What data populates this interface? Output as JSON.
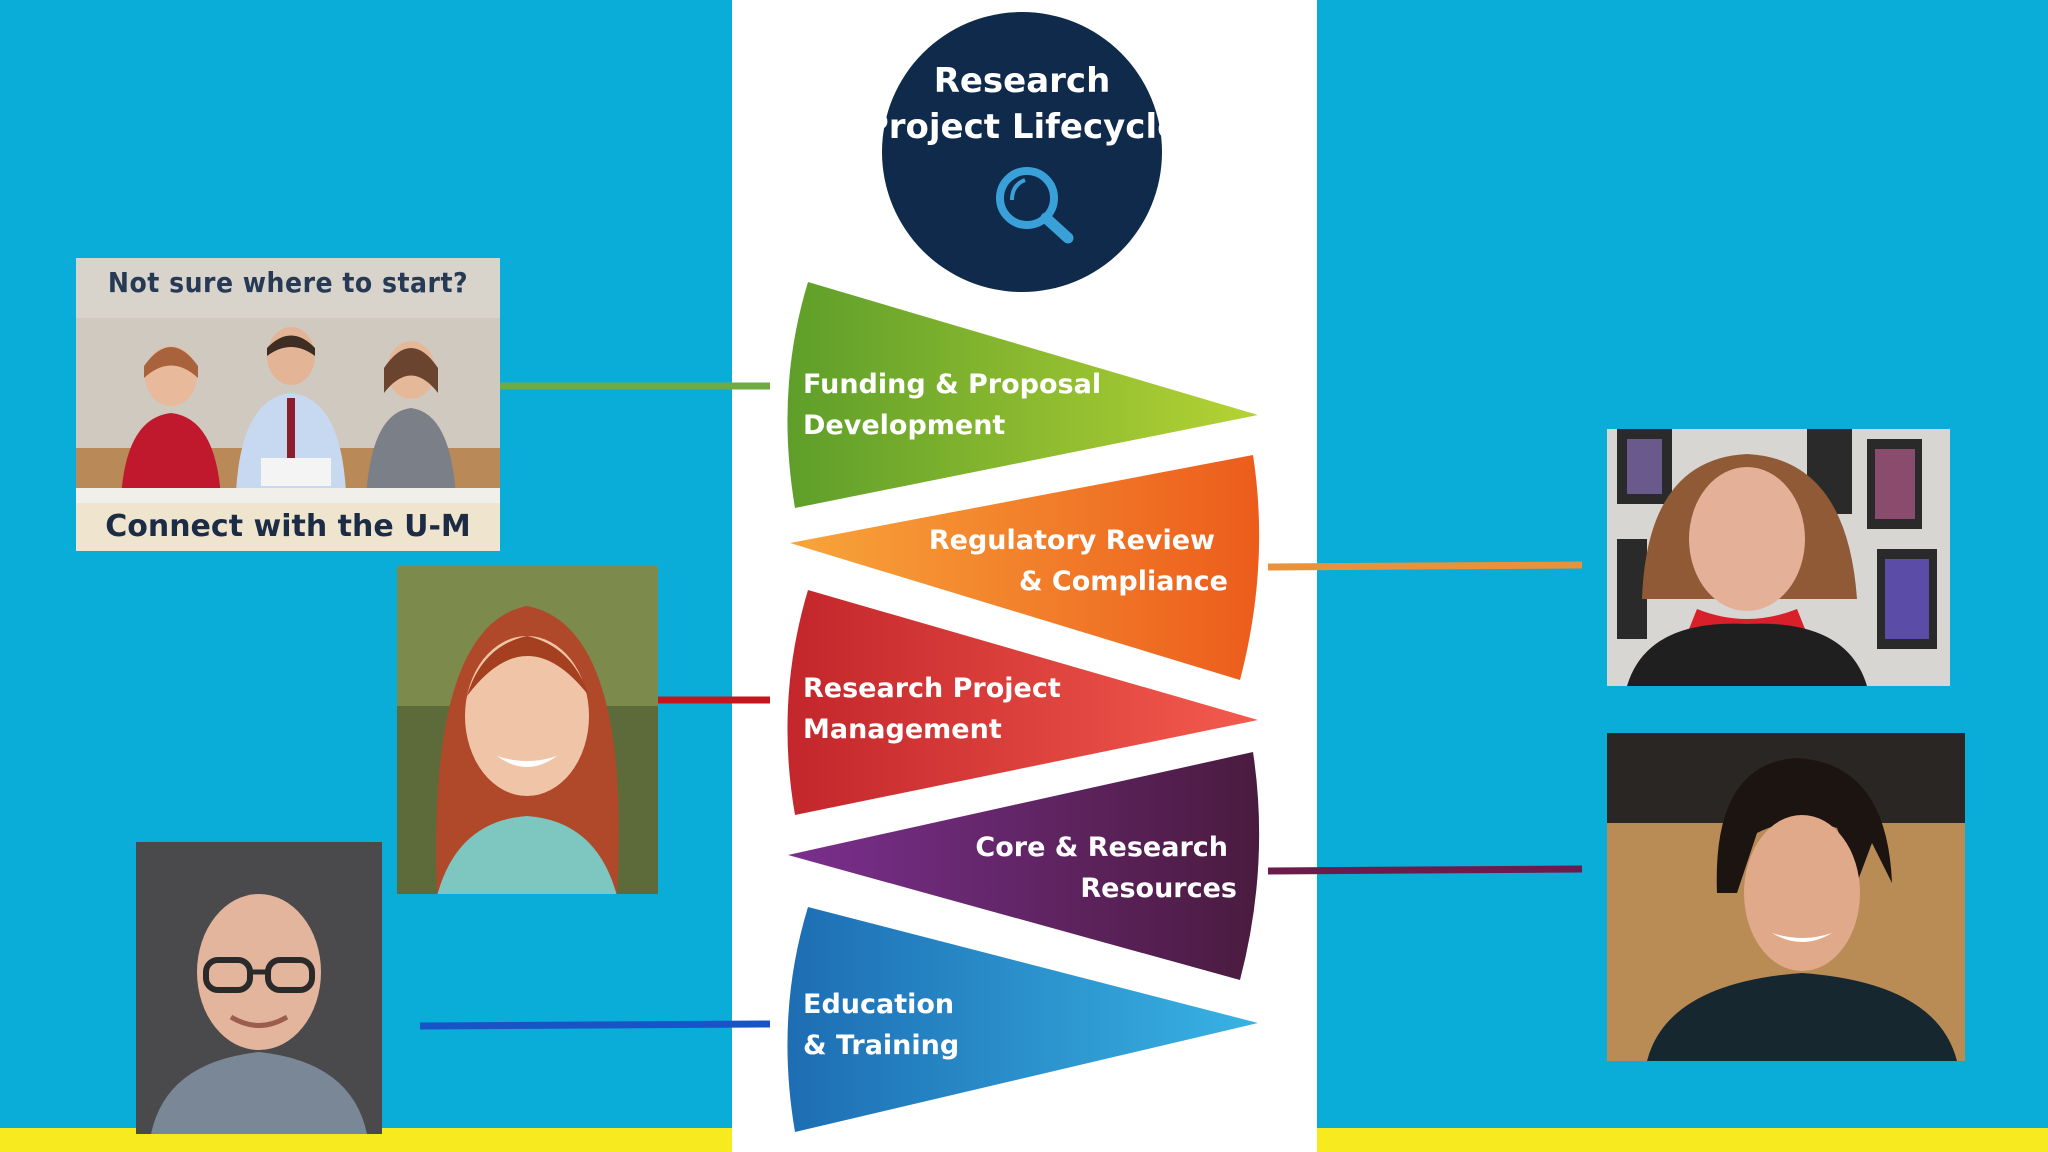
{
  "hub": {
    "title_line1": "Research",
    "title_line2": "Project Lifecycle",
    "icon": "magnifier-icon"
  },
  "stages": [
    {
      "line1": "Funding & Proposal",
      "line2": "Development",
      "color": "#8cc63f"
    },
    {
      "line1": "Regulatory Review",
      "line2": "& Compliance",
      "color": "#f47b20"
    },
    {
      "line1": "Research Project",
      "line2": "Management",
      "color": "#e0373a"
    },
    {
      "line1": "Core & Research",
      "line2": "Resources",
      "color": "#6b2c73"
    },
    {
      "line1": "Education",
      "line2": "& Training",
      "color": "#1f8fd0"
    }
  ],
  "library_card": {
    "top_text": "Not sure where to start?",
    "bottom_text": "Connect with the U-M Library"
  },
  "colors": {
    "background": "#0aacd8",
    "accent_bar": "#f7ea1f",
    "hub": "#0f2a4a"
  }
}
